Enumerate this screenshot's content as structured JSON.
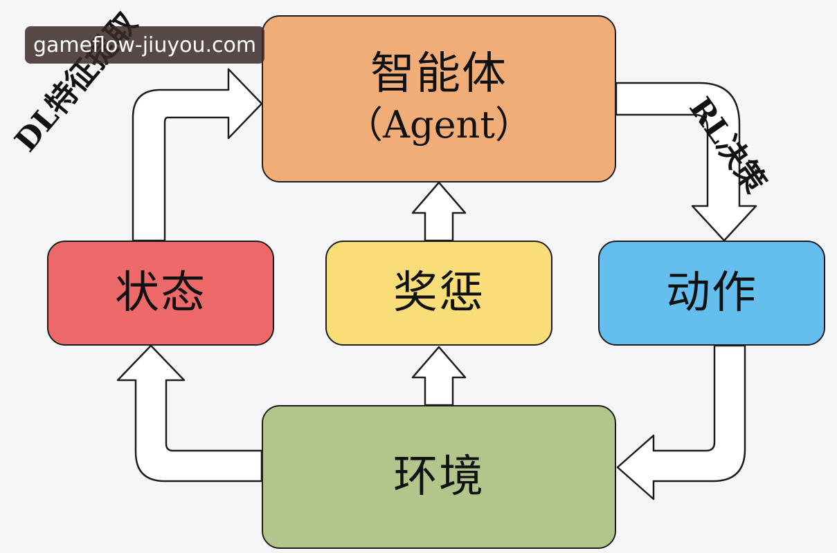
{
  "agent": {
    "title": "智能体",
    "subtitle": "（Agent）"
  },
  "state": {
    "label": "状态"
  },
  "reward": {
    "label": "奖惩"
  },
  "action": {
    "label": "动作"
  },
  "environment": {
    "label": "环境"
  },
  "edges": {
    "dl_label": "DL特征提取",
    "rl_label": "RL决策"
  },
  "watermark": {
    "text": "gameflow-jiuyou.com"
  },
  "colors": {
    "agent": "#f0ad78",
    "state": "#ee6a6a",
    "reward": "#f8dd78",
    "action": "#64beee",
    "environment": "#b2c68c",
    "background": "#f6f6f8"
  }
}
